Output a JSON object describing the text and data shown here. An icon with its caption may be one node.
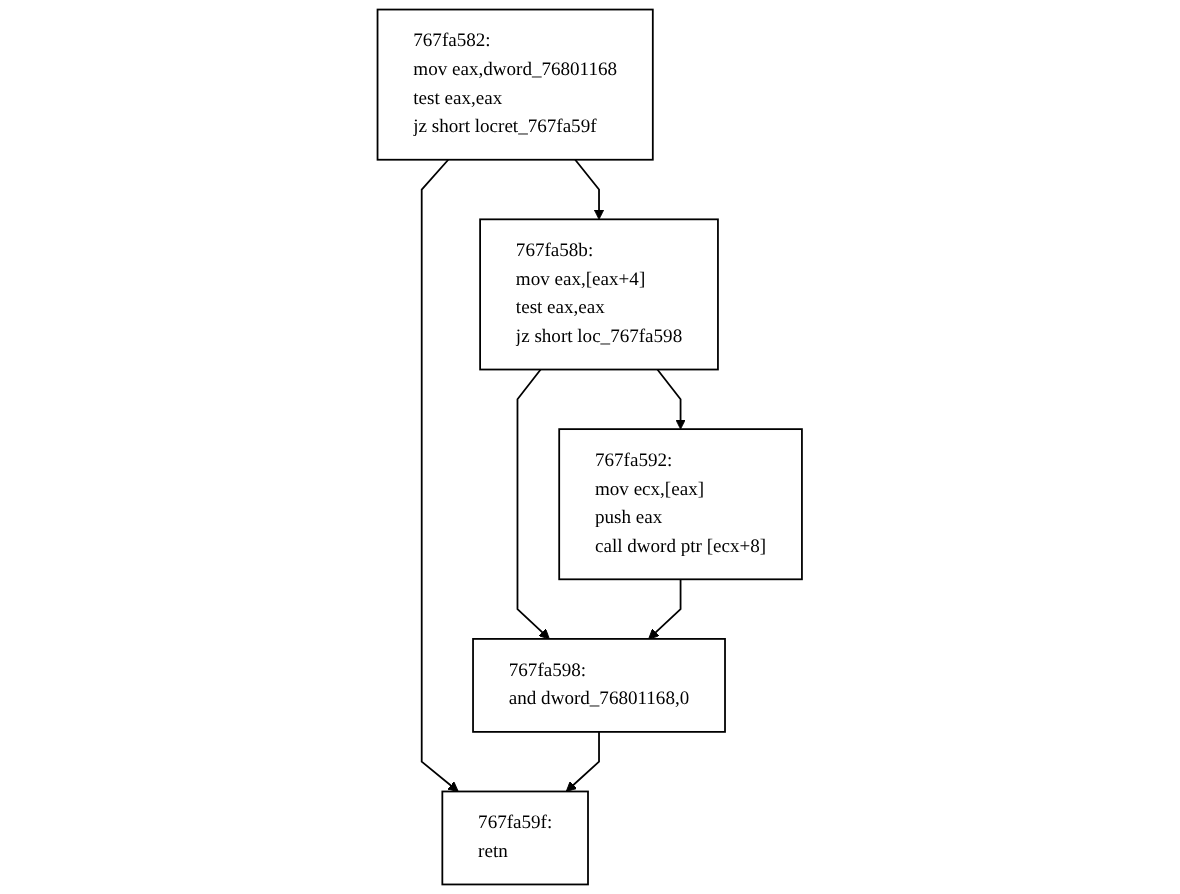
{
  "diagram": {
    "nodes": [
      {
        "text": [
          "767fa582:",
          "mov eax,dword_76801168",
          "test eax,eax",
          "jz short locret_767fa59f"
        ]
      },
      {
        "text": [
          "767fa58b:",
          "mov eax,[eax+4]",
          "test eax,eax",
          "jz short loc_767fa598"
        ]
      },
      {
        "text": [
          "767fa59f:",
          "retn"
        ]
      },
      {
        "text": [
          "767fa592:",
          "mov ecx,[eax]",
          "push eax",
          "call dword ptr [ecx+8]"
        ]
      },
      {
        "text": [
          "767fa598:",
          "and dword_76801168,0"
        ]
      }
    ],
    "edges": [
      {
        "from": 0,
        "to": 1,
        "arrow": "to"
      },
      {
        "from": 0,
        "to": 2,
        "arrow": "to"
      },
      {
        "from": 1,
        "to": 3,
        "arrow": "to"
      },
      {
        "from": 1,
        "to": 4,
        "arrow": "to"
      },
      {
        "from": 3,
        "to": 4,
        "arrow": "to"
      },
      {
        "from": 4,
        "to": 2,
        "arrow": "to"
      }
    ]
  }
}
